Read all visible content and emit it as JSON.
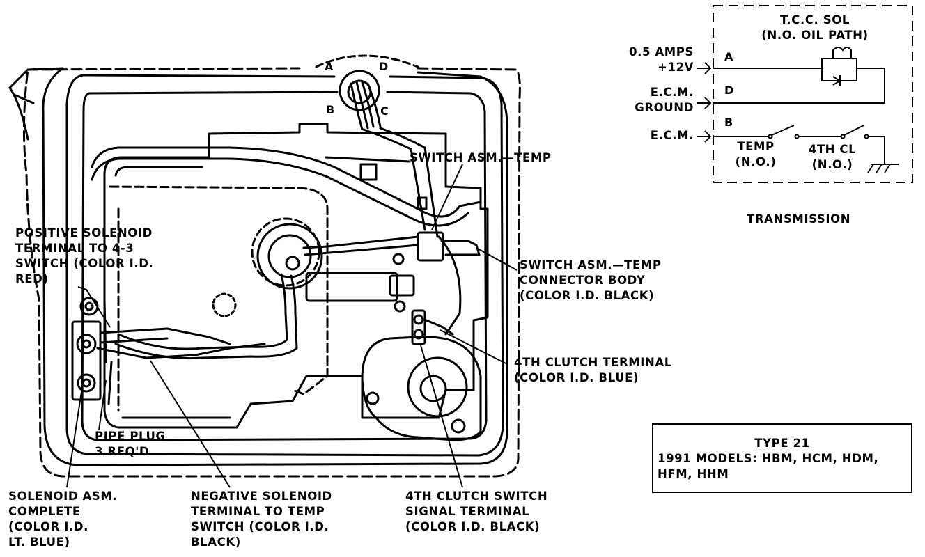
{
  "schematic": {
    "sol_title": "T.C.C. SOL",
    "sol_subtitle": "(N.O. OIL PATH)",
    "in_a_line1": "0.5 AMPS",
    "in_a_line2": "+12V",
    "in_d_line1": "E.C.M.",
    "in_d_line2": "GROUND",
    "in_b": "E.C.M.",
    "pin_a": "A",
    "pin_d": "D",
    "pin_b": "B",
    "temp_label": "TEMP",
    "temp_state": "(N.O.)",
    "clutch_label": "4TH CL",
    "clutch_state": "(N.O.)",
    "caption": "TRANSMISSION"
  },
  "connector_pins": {
    "a": "A",
    "d": "D",
    "b": "B",
    "c": "C"
  },
  "callouts": {
    "switch_temp": "SWITCH ASM.—TEMP",
    "positive_solenoid": [
      "POSITIVE SOLENOID",
      "TERMINAL TO 4-3",
      "SWITCH (COLOR I.D.",
      "RED)"
    ],
    "switch_connector": [
      "SWITCH ASM.—TEMP",
      "CONNECTOR BODY",
      "(COLOR I.D. BLACK)"
    ],
    "clutch_terminal": [
      "4TH CLUTCH TERMINAL",
      "(COLOR I.D. BLUE)"
    ],
    "pipe_plug": [
      "PIPE PLUG",
      "3 REQ'D"
    ],
    "solenoid_asm": [
      "SOLENOID ASM.",
      "COMPLETE",
      "(COLOR I.D.",
      "LT. BLUE)"
    ],
    "negative_solenoid": [
      "NEGATIVE SOLENOID",
      "TERMINAL TO TEMP",
      "SWITCH (COLOR I.D.",
      "BLACK)"
    ],
    "clutch_signal": [
      "4TH CLUTCH SWITCH",
      "SIGNAL TERMINAL",
      "(COLOR I.D. BLACK)"
    ]
  },
  "type_box": {
    "title": "TYPE 21",
    "line1": "1991 MODELS: HBM, HCM, HDM,",
    "line2": "HFM, HHM"
  }
}
